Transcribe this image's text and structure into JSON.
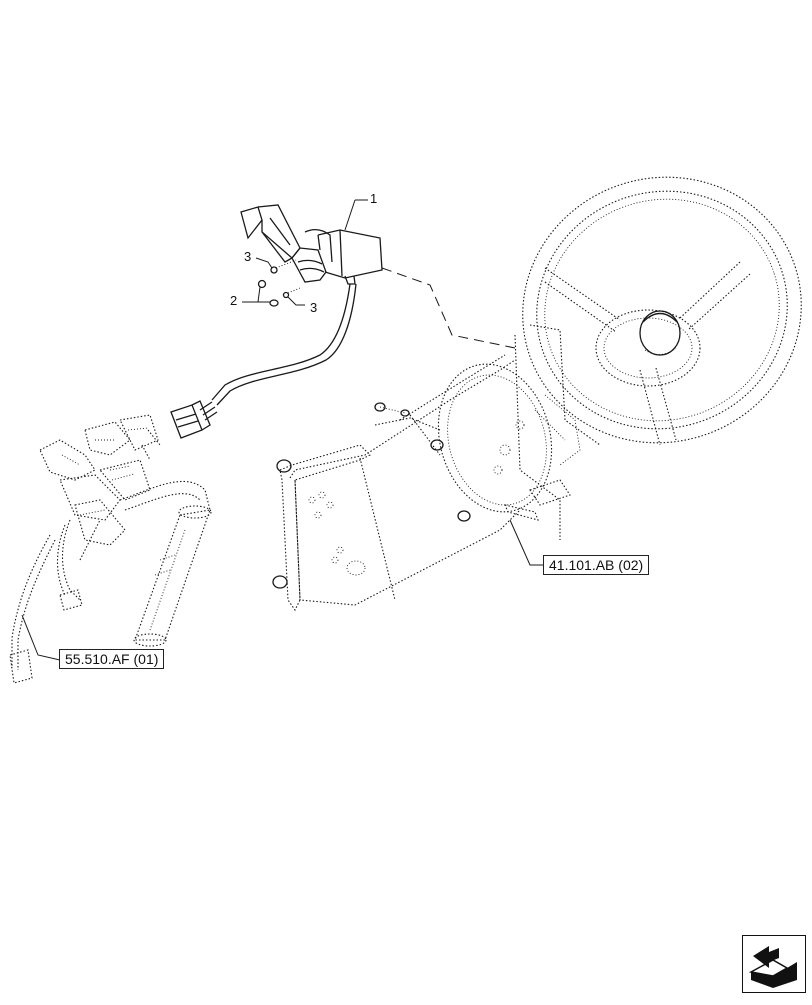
{
  "callouts": {
    "c1": "1",
    "c2": "2",
    "c3a": "3",
    "c3b": "3"
  },
  "references": {
    "harness_ref": "55.510.AF (01)",
    "column_ref": "41.101.AB (02)"
  },
  "icons": {
    "nav": "next-page-arrow-icon"
  }
}
